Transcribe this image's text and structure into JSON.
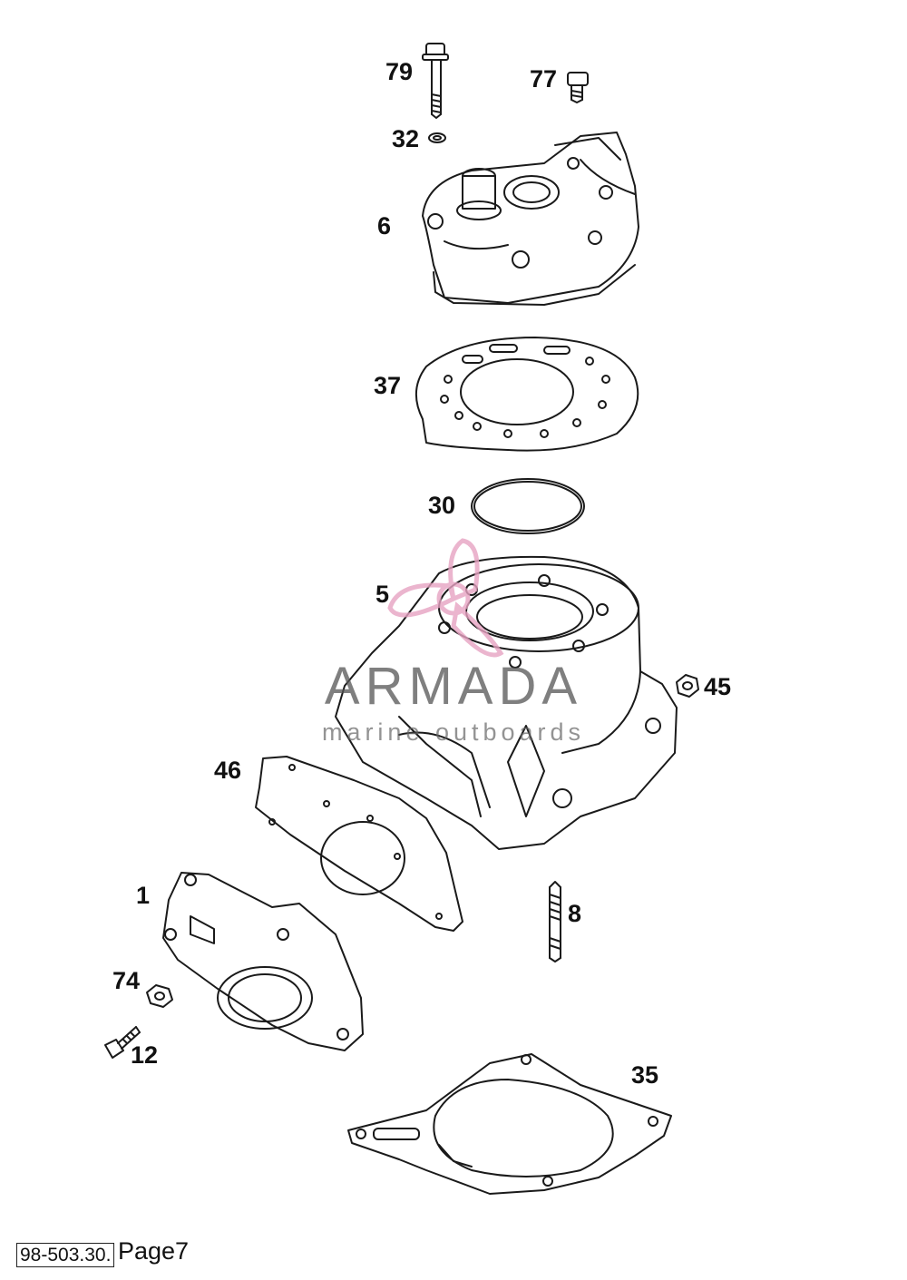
{
  "callouts": {
    "c79": "79",
    "c77": "77",
    "c32": "32",
    "c6": "6",
    "c37": "37",
    "c30": "30",
    "c5": "5",
    "c45": "45",
    "c46": "46",
    "c1": "1",
    "c8": "8",
    "c74": "74",
    "c12": "12",
    "c35": "35"
  },
  "watermark": {
    "brand": "ARMADA",
    "tagline": "marine outboards",
    "color": "#e7a3c2"
  },
  "footer": {
    "code": "98-503.30.",
    "page": "Page7"
  },
  "icons": {
    "watermark_logo": "propeller-logo-icon"
  }
}
